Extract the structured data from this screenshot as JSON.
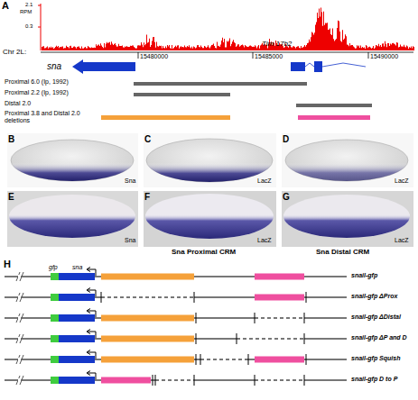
{
  "diagram": {
    "labels": [
      "A",
      "2.1",
      "RPM",
      "0.3",
      "Chr 2L:",
      "15480000",
      "15485000",
      "15490000",
      "sna",
      "Tim 17b2",
      "Proximal 6.0 (Ip, 1992)",
      "Proximal 2.2 (Ip, 1992)",
      "Distal 2.0",
      "Proximal 3.8 and Distal 2.0 deletions",
      "B",
      "C",
      "D",
      "E",
      "F",
      "G",
      "Sna",
      "LacZ",
      "LacZ",
      "Sna",
      "LacZ",
      "LacZ",
      "Sna Proximal CRM",
      "Sna Distal CRM",
      "H",
      "gfp",
      "sna",
      "snail-gfp",
      "snail-gfp ΔProx",
      "snail-gfp ΔDistal",
      "snail-gfp ΔP and D",
      "snail-gfp Squish",
      "snail-gfp D to P"
    ]
  }
}
